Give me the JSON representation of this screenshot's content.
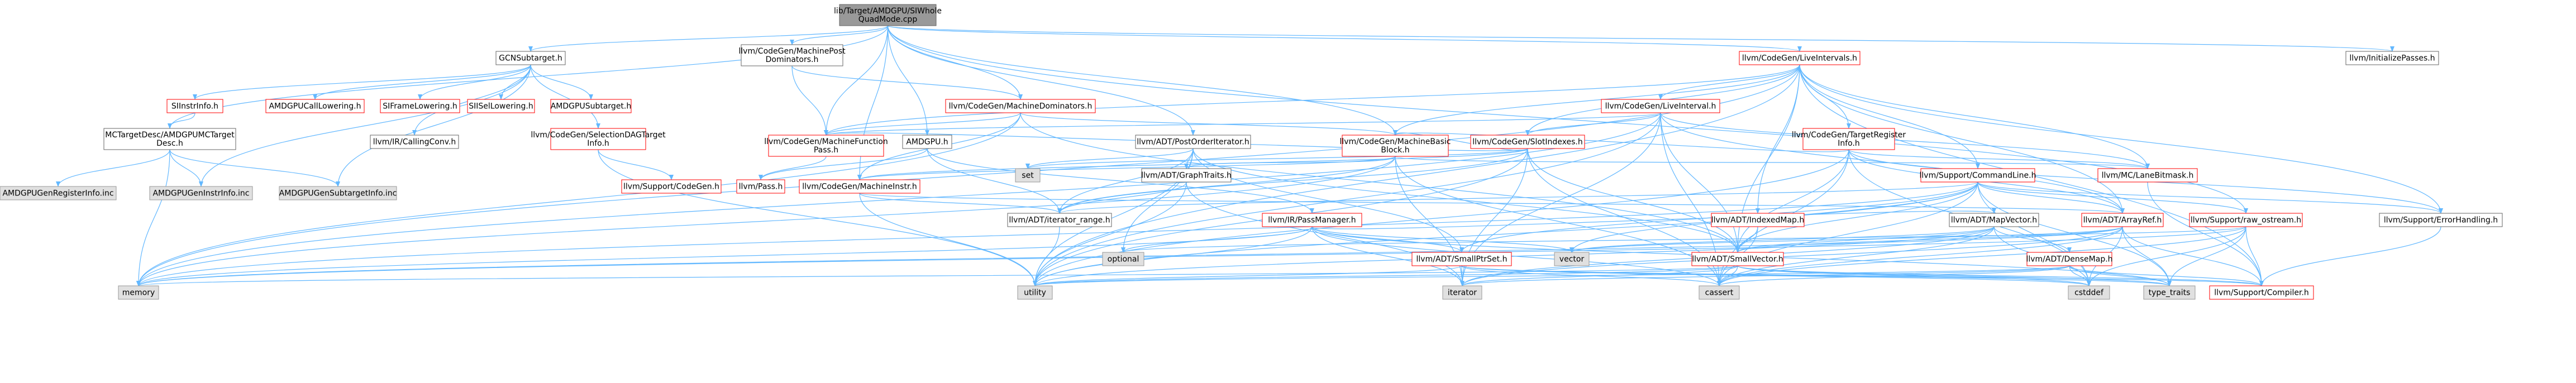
{
  "graph": {
    "colors": {
      "edge": "#63b8ff",
      "root_fill": "#999999",
      "root_border": "#666666",
      "normal_fill": "#ffffff",
      "normal_border": "#666666",
      "red_fill": "#ffffff",
      "red_border": "#ff0000",
      "gray_fill": "#e0e0e0",
      "gray_border": "#999999"
    },
    "nodes": [
      {
        "id": "root",
        "kind": "root",
        "lines": [
          "lib/Target/AMDGPU/SIWhole",
          "QuadMode.cpp"
        ]
      },
      {
        "id": "gcn",
        "kind": "normal",
        "lines": [
          "GCNSubtarget.h"
        ]
      },
      {
        "id": "mfdom",
        "kind": "normal",
        "lines": [
          "llvm/CodeGen/MachinePost",
          "Dominators.h"
        ]
      },
      {
        "id": "lint",
        "kind": "red",
        "lines": [
          "llvm/CodeGen/LiveIntervals.h"
        ]
      },
      {
        "id": "initp",
        "kind": "normal",
        "lines": [
          "llvm/InitializePasses.h"
        ]
      },
      {
        "id": "siinstr",
        "kind": "red",
        "lines": [
          "SIInstrInfo.h"
        ]
      },
      {
        "id": "amdcall",
        "kind": "red",
        "lines": [
          "AMDGPUCallLowering.h"
        ]
      },
      {
        "id": "siframe",
        "kind": "red",
        "lines": [
          "SIFrameLowering.h"
        ]
      },
      {
        "id": "sisel",
        "kind": "red",
        "lines": [
          "SIISelLowering.h"
        ]
      },
      {
        "id": "amdsub",
        "kind": "red",
        "lines": [
          "AMDGPUSubtarget.h"
        ]
      },
      {
        "id": "mcdesc",
        "kind": "normal",
        "lines": [
          "MCTargetDesc/AMDGPUMCTarget",
          "Desc.h"
        ]
      },
      {
        "id": "seldag",
        "kind": "red",
        "lines": [
          "llvm/CodeGen/SelectionDAGTarget",
          "Info.h"
        ]
      },
      {
        "id": "callconv",
        "kind": "normal",
        "lines": [
          "llvm/IR/CallingConv.h"
        ]
      },
      {
        "id": "reginfo",
        "kind": "gray",
        "lines": [
          "AMDGPUGenRegisterInfo.inc"
        ]
      },
      {
        "id": "instinfo",
        "kind": "gray",
        "lines": [
          "AMDGPUGenInstrInfo.inc"
        ]
      },
      {
        "id": "subinfo",
        "kind": "gray",
        "lines": [
          "AMDGPUGenSubtargetInfo.inc"
        ]
      },
      {
        "id": "mdom",
        "kind": "red",
        "lines": [
          "llvm/CodeGen/MachineDominators.h"
        ]
      },
      {
        "id": "lival",
        "kind": "red",
        "lines": [
          "llvm/CodeGen/LiveInterval.h"
        ]
      },
      {
        "id": "mfpass",
        "kind": "red",
        "lines": [
          "llvm/CodeGen/MachineFunction",
          "Pass.h"
        ]
      },
      {
        "id": "amdgpu",
        "kind": "normal",
        "lines": [
          "AMDGPU.h"
        ]
      },
      {
        "id": "postord",
        "kind": "normal",
        "lines": [
          "llvm/ADT/PostOrderIterator.h"
        ]
      },
      {
        "id": "slotidx",
        "kind": "red",
        "lines": [
          "llvm/CodeGen/SlotIndexes.h"
        ]
      },
      {
        "id": "mbb",
        "kind": "red",
        "lines": [
          "llvm/CodeGen/MachineBasic",
          "Block.h"
        ]
      },
      {
        "id": "treg",
        "kind": "red",
        "lines": [
          "llvm/CodeGen/TargetRegister",
          "Info.h"
        ]
      },
      {
        "id": "set",
        "kind": "gray",
        "lines": [
          "set"
        ]
      },
      {
        "id": "graphtr",
        "kind": "normal",
        "lines": [
          "llvm/ADT/GraphTraits.h"
        ]
      },
      {
        "id": "codegen",
        "kind": "red",
        "lines": [
          "llvm/Support/CodeGen.h"
        ]
      },
      {
        "id": "pass",
        "kind": "red",
        "lines": [
          "llvm/Pass.h"
        ]
      },
      {
        "id": "minstr",
        "kind": "red",
        "lines": [
          "llvm/CodeGen/MachineInstr.h"
        ]
      },
      {
        "id": "iterrange",
        "kind": "normal",
        "lines": [
          "llvm/ADT/iterator_range.h"
        ]
      },
      {
        "id": "cmdline",
        "kind": "red",
        "lines": [
          "llvm/Support/CommandLine.h"
        ]
      },
      {
        "id": "lanemask",
        "kind": "red",
        "lines": [
          "llvm/MC/LaneBitmask.h"
        ]
      },
      {
        "id": "passmgr",
        "kind": "red",
        "lines": [
          "llvm/IR/PassManager.h"
        ]
      },
      {
        "id": "indexedmap",
        "kind": "red",
        "lines": [
          "llvm/ADT/IndexedMap.h"
        ]
      },
      {
        "id": "mapvec",
        "kind": "normal",
        "lines": [
          "llvm/ADT/MapVector.h"
        ]
      },
      {
        "id": "arrayref",
        "kind": "red",
        "lines": [
          "llvm/ADT/ArrayRef.h"
        ]
      },
      {
        "id": "rawos",
        "kind": "red",
        "lines": [
          "llvm/Support/raw_ostream.h"
        ]
      },
      {
        "id": "errh",
        "kind": "normal",
        "lines": [
          "llvm/Support/ErrorHandling.h"
        ]
      },
      {
        "id": "optional",
        "kind": "gray",
        "lines": [
          "optional"
        ]
      },
      {
        "id": "smallptr",
        "kind": "red",
        "lines": [
          "llvm/ADT/SmallPtrSet.h"
        ]
      },
      {
        "id": "vector",
        "kind": "gray",
        "lines": [
          "vector"
        ]
      },
      {
        "id": "smallvec",
        "kind": "red",
        "lines": [
          "llvm/ADT/SmallVector.h"
        ]
      },
      {
        "id": "densemap",
        "kind": "red",
        "lines": [
          "llvm/ADT/DenseMap.h"
        ]
      },
      {
        "id": "memory",
        "kind": "gray",
        "lines": [
          "memory"
        ]
      },
      {
        "id": "utility",
        "kind": "gray",
        "lines": [
          "utility"
        ]
      },
      {
        "id": "iterator",
        "kind": "gray",
        "lines": [
          "iterator"
        ]
      },
      {
        "id": "cassert",
        "kind": "gray",
        "lines": [
          "cassert"
        ]
      },
      {
        "id": "cstddef",
        "kind": "gray",
        "lines": [
          "cstddef"
        ]
      },
      {
        "id": "typetraits",
        "kind": "gray",
        "lines": [
          "type_traits"
        ]
      },
      {
        "id": "compiler",
        "kind": "red",
        "lines": [
          "llvm/Support/Compiler.h"
        ]
      }
    ],
    "edges": [
      [
        "root",
        "gcn"
      ],
      [
        "root",
        "mfdom"
      ],
      [
        "root",
        "lint"
      ],
      [
        "root",
        "initp"
      ],
      [
        "root",
        "amdgpu"
      ],
      [
        "root",
        "mfpass"
      ],
      [
        "root",
        "mdom"
      ],
      [
        "root",
        "postord"
      ],
      [
        "root",
        "mbb"
      ],
      [
        "root",
        "minstr"
      ],
      [
        "root",
        "mcdesc"
      ],
      [
        "root",
        "rawos"
      ],
      [
        "gcn",
        "siinstr"
      ],
      [
        "gcn",
        "amdcall"
      ],
      [
        "gcn",
        "siframe"
      ],
      [
        "gcn",
        "sisel"
      ],
      [
        "gcn",
        "amdsub"
      ],
      [
        "gcn",
        "seldag"
      ],
      [
        "gcn",
        "callconv"
      ],
      [
        "gcn",
        "subinfo"
      ],
      [
        "gcn",
        "instinfo"
      ],
      [
        "siinstr",
        "mcdesc"
      ],
      [
        "mcdesc",
        "reginfo"
      ],
      [
        "mcdesc",
        "instinfo"
      ],
      [
        "mcdesc",
        "subinfo"
      ],
      [
        "mcdesc",
        "memory"
      ],
      [
        "seldag",
        "codegen"
      ],
      [
        "seldag",
        "utility"
      ],
      [
        "mfdom",
        "mfpass"
      ],
      [
        "mfdom",
        "mdom"
      ],
      [
        "lint",
        "lival"
      ],
      [
        "lint",
        "slotidx"
      ],
      [
        "lint",
        "treg"
      ],
      [
        "lint",
        "mfpass"
      ],
      [
        "lint",
        "mbb"
      ],
      [
        "lint",
        "cmdline"
      ],
      [
        "lint",
        "indexedmap"
      ],
      [
        "lint",
        "arrayref"
      ],
      [
        "lint",
        "smallvec"
      ],
      [
        "lint",
        "lanemask"
      ],
      [
        "lint",
        "errh"
      ],
      [
        "lint",
        "compiler"
      ],
      [
        "lint",
        "memory"
      ],
      [
        "lint",
        "utility"
      ],
      [
        "mdom",
        "mbb"
      ],
      [
        "mdom",
        "mfpass"
      ],
      [
        "mdom",
        "minstr"
      ],
      [
        "mdom",
        "memory"
      ],
      [
        "mdom",
        "smallvec"
      ],
      [
        "lival",
        "slotidx"
      ],
      [
        "lival",
        "mfpass"
      ],
      [
        "lival",
        "arrayref"
      ],
      [
        "lival",
        "smallvec"
      ],
      [
        "lival",
        "lanemask"
      ],
      [
        "lival",
        "iterator"
      ],
      [
        "lival",
        "cassert"
      ],
      [
        "lival",
        "memory"
      ],
      [
        "lival",
        "utility"
      ],
      [
        "mfpass",
        "pass"
      ],
      [
        "amdgpu",
        "iterrange"
      ],
      [
        "amdgpu",
        "pass"
      ],
      [
        "amdgpu",
        "passmgr"
      ],
      [
        "postord",
        "graphtr"
      ],
      [
        "postord",
        "iterrange"
      ],
      [
        "postord",
        "smallptr"
      ],
      [
        "postord",
        "smallvec"
      ],
      [
        "postord",
        "optional"
      ],
      [
        "postord",
        "set"
      ],
      [
        "postord",
        "utility"
      ],
      [
        "slotidx",
        "mbb"
      ],
      [
        "slotidx",
        "minstr"
      ],
      [
        "slotidx",
        "mfpass"
      ],
      [
        "slotidx",
        "iterrange"
      ],
      [
        "slotidx",
        "smallvec"
      ],
      [
        "slotidx",
        "set"
      ],
      [
        "slotidx",
        "cassert"
      ],
      [
        "slotidx",
        "utility"
      ],
      [
        "slotidx",
        "iterator"
      ],
      [
        "mbb",
        "minstr"
      ],
      [
        "mbb",
        "iterrange"
      ],
      [
        "mbb",
        "graphtr"
      ],
      [
        "mbb",
        "lanemask"
      ],
      [
        "mbb",
        "cassert"
      ],
      [
        "mbb",
        "iterator"
      ],
      [
        "mbb",
        "memory"
      ],
      [
        "treg",
        "mbb"
      ],
      [
        "treg",
        "arrayref"
      ],
      [
        "treg",
        "smallvec"
      ],
      [
        "treg",
        "lanemask"
      ],
      [
        "treg",
        "errh"
      ],
      [
        "treg",
        "cassert"
      ],
      [
        "treg",
        "cstddef"
      ],
      [
        "treg",
        "utility"
      ],
      [
        "graphtr",
        "iterrange"
      ],
      [
        "graphtr",
        "utility"
      ],
      [
        "graphtr",
        "iterator"
      ],
      [
        "minstr",
        "iterrange"
      ],
      [
        "minstr",
        "arrayref"
      ],
      [
        "minstr",
        "utility"
      ],
      [
        "iterrange",
        "utility"
      ],
      [
        "cmdline",
        "iterrange"
      ],
      [
        "cmdline",
        "smallptr"
      ],
      [
        "cmdline",
        "smallvec"
      ],
      [
        "cmdline",
        "arrayref"
      ],
      [
        "cmdline",
        "rawos"
      ],
      [
        "cmdline",
        "errh"
      ],
      [
        "cmdline",
        "vector"
      ],
      [
        "cmdline",
        "cassert"
      ],
      [
        "cmdline",
        "cstddef"
      ],
      [
        "cmdline",
        "memory"
      ],
      [
        "cmdline",
        "utility"
      ],
      [
        "cmdline",
        "typetraits"
      ],
      [
        "lanemask",
        "compiler"
      ],
      [
        "passmgr",
        "mapvec"
      ],
      [
        "passmgr",
        "smallptr"
      ],
      [
        "passmgr",
        "vector"
      ],
      [
        "passmgr",
        "optional"
      ],
      [
        "passmgr",
        "cassert"
      ],
      [
        "passmgr",
        "iterator"
      ],
      [
        "passmgr",
        "memory"
      ],
      [
        "passmgr",
        "utility"
      ],
      [
        "passmgr",
        "typetraits"
      ],
      [
        "indexedmap",
        "smallvec"
      ],
      [
        "indexedmap",
        "cassert"
      ],
      [
        "mapvec",
        "densemap"
      ],
      [
        "mapvec",
        "smallvec"
      ],
      [
        "mapvec",
        "vector"
      ],
      [
        "mapvec",
        "cassert"
      ],
      [
        "mapvec",
        "cstddef"
      ],
      [
        "mapvec",
        "iterator"
      ],
      [
        "mapvec",
        "utility"
      ],
      [
        "arrayref",
        "smallvec"
      ],
      [
        "arrayref",
        "compiler"
      ],
      [
        "arrayref",
        "vector"
      ],
      [
        "arrayref",
        "cassert"
      ],
      [
        "arrayref",
        "cstddef"
      ],
      [
        "arrayref",
        "iterator"
      ],
      [
        "arrayref",
        "memory"
      ],
      [
        "arrayref",
        "typetraits"
      ],
      [
        "rawos",
        "compiler"
      ],
      [
        "rawos",
        "cassert"
      ],
      [
        "rawos",
        "cstddef"
      ],
      [
        "rawos",
        "optional"
      ],
      [
        "rawos",
        "typetraits"
      ],
      [
        "rawos",
        "memory"
      ],
      [
        "errh",
        "compiler"
      ],
      [
        "smallptr",
        "compiler"
      ],
      [
        "smallptr",
        "cassert"
      ],
      [
        "smallptr",
        "cstddef"
      ],
      [
        "smallptr",
        "iterator"
      ],
      [
        "smallptr",
        "utility"
      ],
      [
        "smallptr",
        "typetraits"
      ],
      [
        "smallvec",
        "compiler"
      ],
      [
        "smallvec",
        "cassert"
      ],
      [
        "smallvec",
        "cstddef"
      ],
      [
        "smallvec",
        "iterator"
      ],
      [
        "smallvec",
        "memory"
      ],
      [
        "smallvec",
        "utility"
      ],
      [
        "smallvec",
        "typetraits"
      ],
      [
        "densemap",
        "compiler"
      ],
      [
        "densemap",
        "cassert"
      ],
      [
        "densemap",
        "cstddef"
      ],
      [
        "densemap",
        "iterator"
      ],
      [
        "densemap",
        "utility"
      ],
      [
        "densemap",
        "typetraits"
      ]
    ]
  }
}
